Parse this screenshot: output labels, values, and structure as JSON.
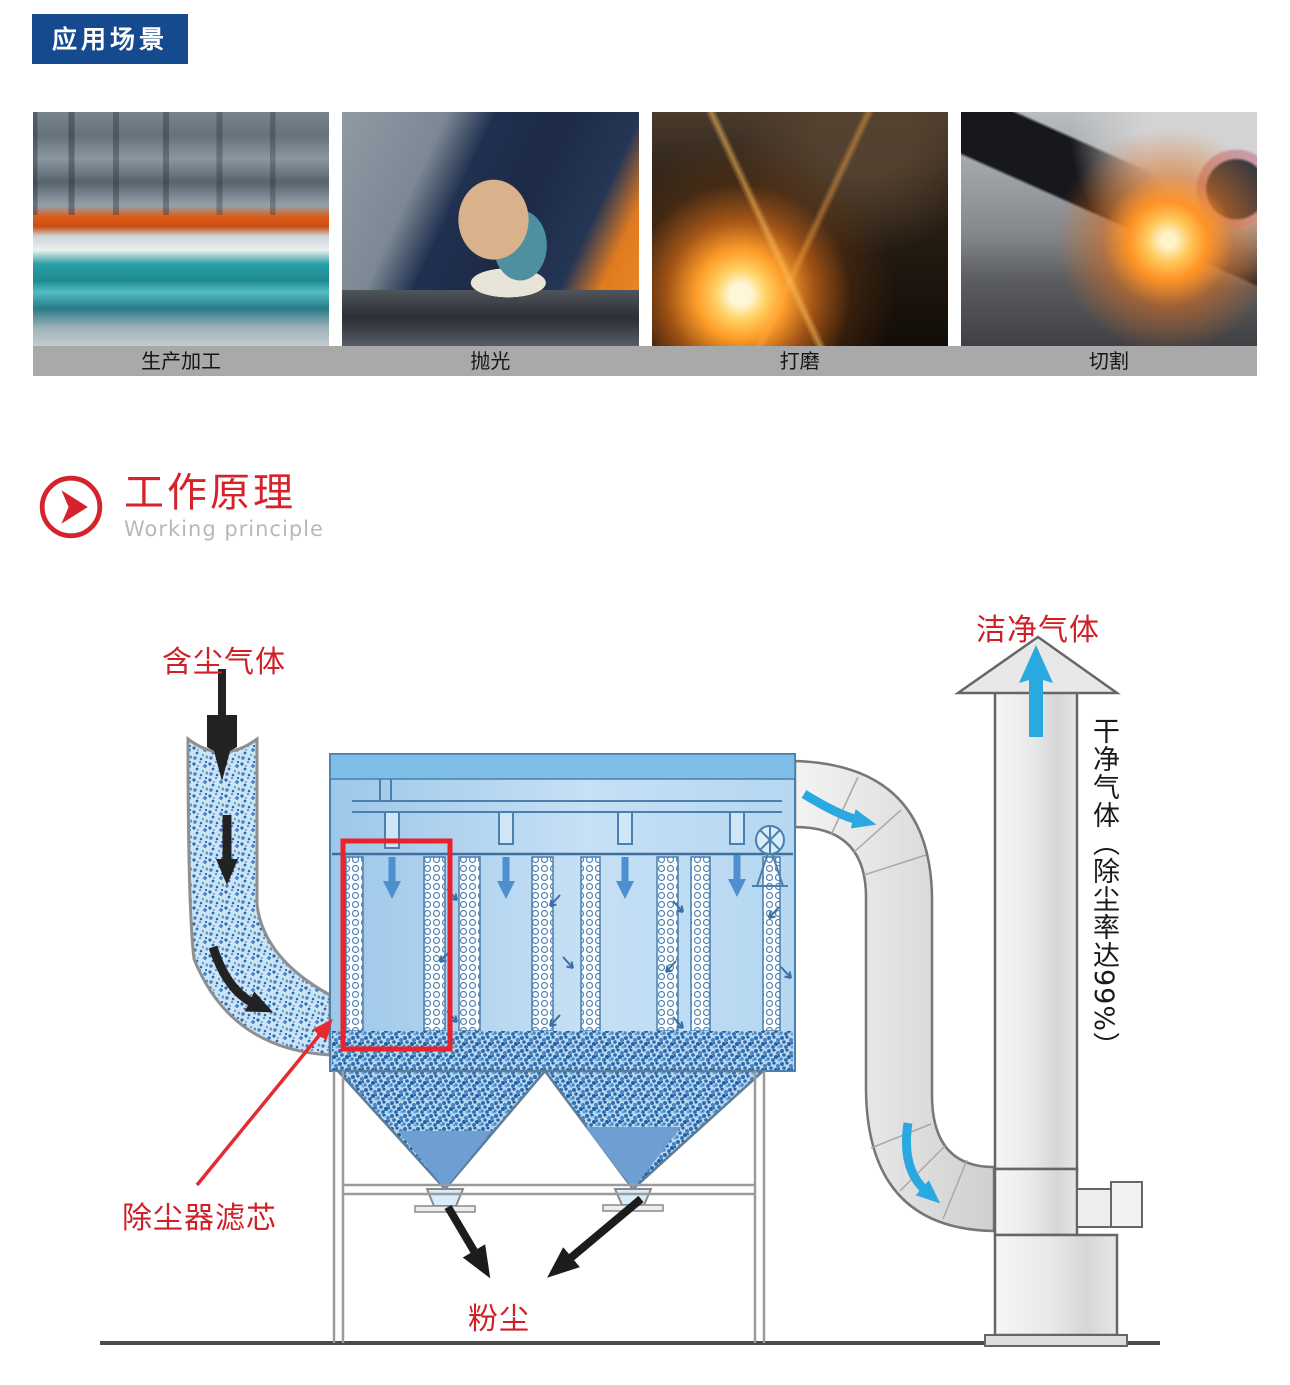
{
  "badge": {
    "label": "应用场景"
  },
  "gallery": {
    "caption_bar_color": "#a9a9a9",
    "items": [
      {
        "caption": "生产加工",
        "scene": "factory-production"
      },
      {
        "caption": "抛光",
        "scene": "polishing"
      },
      {
        "caption": "打磨",
        "scene": "grinding"
      },
      {
        "caption": "切割",
        "scene": "cutting"
      }
    ]
  },
  "section": {
    "title": "工作原理",
    "subtitle": "Working principle",
    "icon": "chevron-right-circle",
    "accent_red": "#d5232b"
  },
  "diagram": {
    "labels": {
      "dusty_gas": "含尘气体",
      "clean_gas": "洁净气体",
      "clean_gas_note": "干净气体（除尘率达99%）",
      "filter_cartridge": "除尘器滤芯",
      "dust": "粉尘"
    },
    "colors": {
      "label_red": "#d01f27",
      "highlight_red": "#e8232b",
      "badge_blue": "#164a8e",
      "flow_arrow_blue": "#2aa9e1",
      "box_blue": "#a9d0ee",
      "duct_gray": "#e3e3e3",
      "dust_particle_blue": "#2e6bad"
    }
  }
}
